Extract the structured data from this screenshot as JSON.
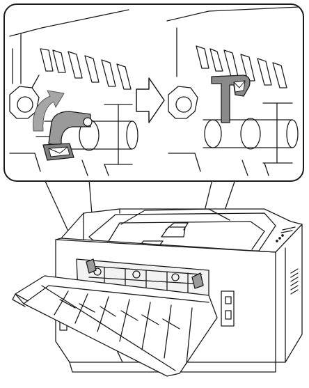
{
  "figure": {
    "panels": [
      {
        "id": "before",
        "lever_state": "down"
      },
      {
        "id": "after",
        "lever_state": "up"
      }
    ],
    "arrow_direction": "right",
    "colors": {
      "line": "#1a1a1a",
      "lever": "#808080",
      "rotation_arrow": "#a6a6a6",
      "background": "#ffffff"
    },
    "icons": [
      "envelope-icon",
      "curved-up-arrow-icon",
      "right-arrow-icon"
    ]
  }
}
